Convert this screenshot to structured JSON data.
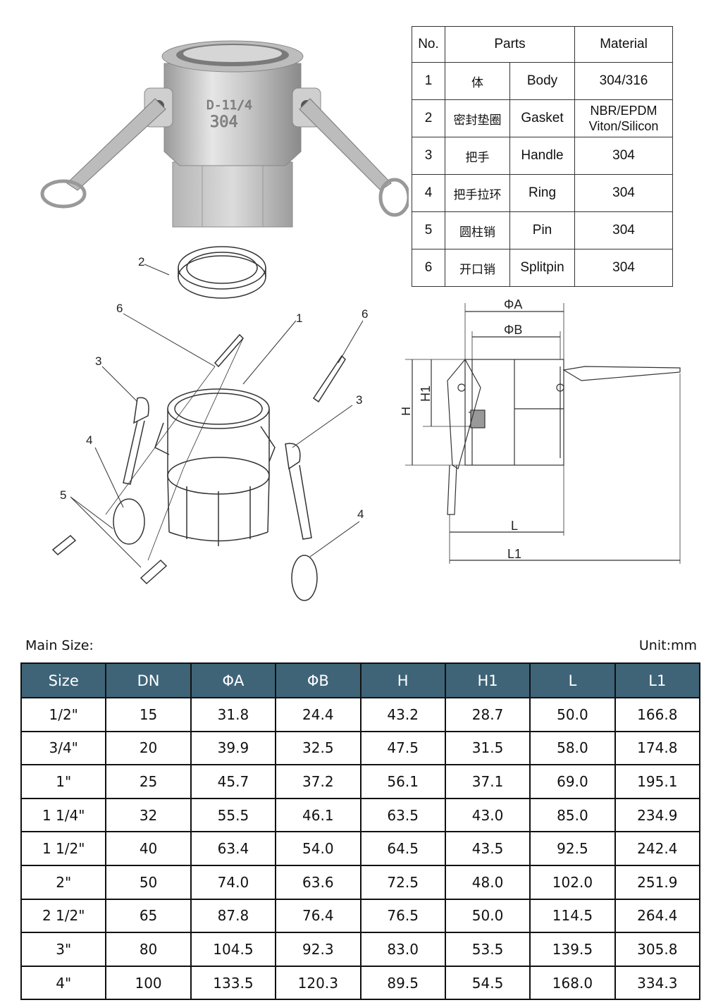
{
  "photo": {
    "marking_line1": "D-11/4",
    "marking_line2": "304"
  },
  "parts_table": {
    "headers": {
      "no": "No.",
      "parts": "Parts",
      "material": "Material"
    },
    "rows": [
      {
        "no": "1",
        "cn": "体",
        "en": "Body",
        "material": "304/316"
      },
      {
        "no": "2",
        "cn": "密封垫圈",
        "en": "Gasket",
        "material": "NBR/EPDM",
        "material2": "Viton/Silicon"
      },
      {
        "no": "3",
        "cn": "把手",
        "en": "Handle",
        "material": "304"
      },
      {
        "no": "4",
        "cn": "把手拉环",
        "en": "Ring",
        "material": "304"
      },
      {
        "no": "5",
        "cn": "圆柱销",
        "en": "Pin",
        "material": "304"
      },
      {
        "no": "6",
        "cn": "开口销",
        "en": "Splitpin",
        "material": "304"
      }
    ]
  },
  "exploded_callouts": {
    "c1": "1",
    "c2": "2",
    "c3a": "3",
    "c3b": "3",
    "c4a": "4",
    "c4b": "4",
    "c5": "5",
    "c6a": "6",
    "c6b": "6"
  },
  "section_dims": {
    "phiA": "ΦA",
    "phiB": "ΦB",
    "h": "H",
    "h1": "H1",
    "l": "L",
    "l1": "L1"
  },
  "main_size": {
    "label": "Main Size:",
    "unit": "Unit:mm"
  },
  "size_table": {
    "headers": [
      "Size",
      "DN",
      "ΦA",
      "ΦB",
      "H",
      "H1",
      "L",
      "L1"
    ],
    "rows": [
      [
        "1/2\"",
        "15",
        "31.8",
        "24.4",
        "43.2",
        "28.7",
        "50.0",
        "166.8"
      ],
      [
        "3/4\"",
        "20",
        "39.9",
        "32.5",
        "47.5",
        "31.5",
        "58.0",
        "174.8"
      ],
      [
        "1\"",
        "25",
        "45.7",
        "37.2",
        "56.1",
        "37.1",
        "69.0",
        "195.1"
      ],
      [
        "1 1/4\"",
        "32",
        "55.5",
        "46.1",
        "63.5",
        "43.0",
        "85.0",
        "234.9"
      ],
      [
        "1 1/2\"",
        "40",
        "63.4",
        "54.0",
        "64.5",
        "43.5",
        "92.5",
        "242.4"
      ],
      [
        "2\"",
        "50",
        "74.0",
        "63.6",
        "72.5",
        "48.0",
        "102.0",
        "251.9"
      ],
      [
        "2 1/2\"",
        "65",
        "87.8",
        "76.4",
        "76.5",
        "50.0",
        "114.5",
        "264.4"
      ],
      [
        "3\"",
        "80",
        "104.5",
        "92.3",
        "83.0",
        "53.5",
        "139.5",
        "305.8"
      ],
      [
        "4\"",
        "100",
        "133.5",
        "120.3",
        "89.5",
        "54.5",
        "168.0",
        "334.3"
      ]
    ]
  }
}
